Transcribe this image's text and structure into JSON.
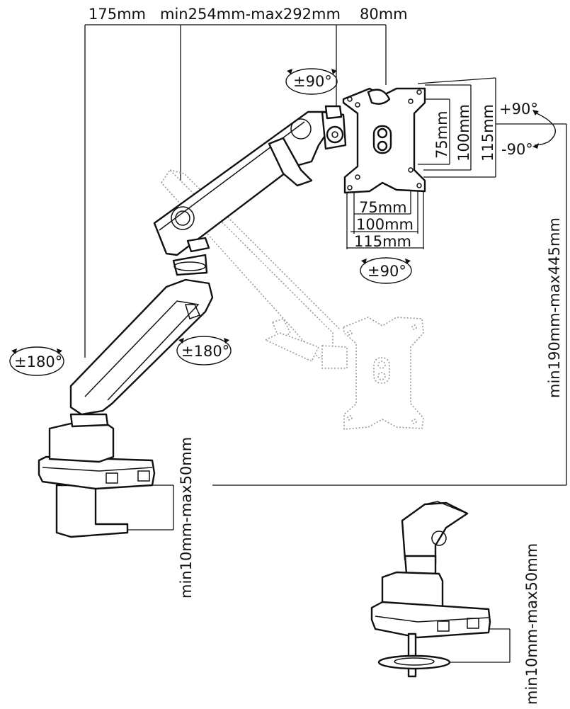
{
  "dimensions": {
    "top_left": "175mm",
    "top_middle": "min254mm-max292mm",
    "top_right": "80mm",
    "vesa_h_75": "75mm",
    "vesa_h_100": "100mm",
    "vesa_h_115": "115mm",
    "vesa_v_75": "75mm",
    "vesa_v_100": "100mm",
    "vesa_v_115": "115mm",
    "height_range": "min190mm-max445mm",
    "clamp_range": "min10mm-max50mm",
    "grommet_range": "min10mm-max50mm"
  },
  "rotations": {
    "head_swivel": "±90°",
    "tilt_up": "+90°",
    "tilt_down": "-90°",
    "vesa_rotate": "±90°",
    "base_swivel": "±180°",
    "elbow_swivel": "±180°"
  },
  "colors": {
    "line": "#111111",
    "ghost": "#9a9a9a",
    "background": "#ffffff"
  }
}
